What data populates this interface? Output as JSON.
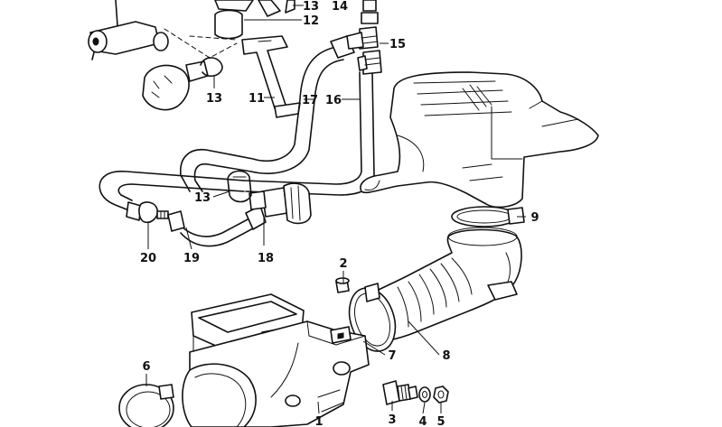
{
  "callouts": [
    {
      "id": "c1",
      "label": "1"
    },
    {
      "id": "c2",
      "label": "2"
    },
    {
      "id": "c3",
      "label": "3"
    },
    {
      "id": "c4",
      "label": "4"
    },
    {
      "id": "c5",
      "label": "5"
    },
    {
      "id": "c6",
      "label": "6"
    },
    {
      "id": "c7",
      "label": "7"
    },
    {
      "id": "c8",
      "label": "8"
    },
    {
      "id": "c9",
      "label": "9"
    },
    {
      "id": "c11",
      "label": "11"
    },
    {
      "id": "c12",
      "label": "12"
    },
    {
      "id": "c13a",
      "label": "13"
    },
    {
      "id": "c13b",
      "label": "13"
    },
    {
      "id": "c13c",
      "label": "13"
    },
    {
      "id": "c14",
      "label": "14"
    },
    {
      "id": "c15",
      "label": "15"
    },
    {
      "id": "c16",
      "label": "16"
    },
    {
      "id": "c17",
      "label": "17"
    },
    {
      "id": "c18",
      "label": "18"
    },
    {
      "id": "c19",
      "label": "19"
    },
    {
      "id": "c20",
      "label": "20"
    }
  ]
}
